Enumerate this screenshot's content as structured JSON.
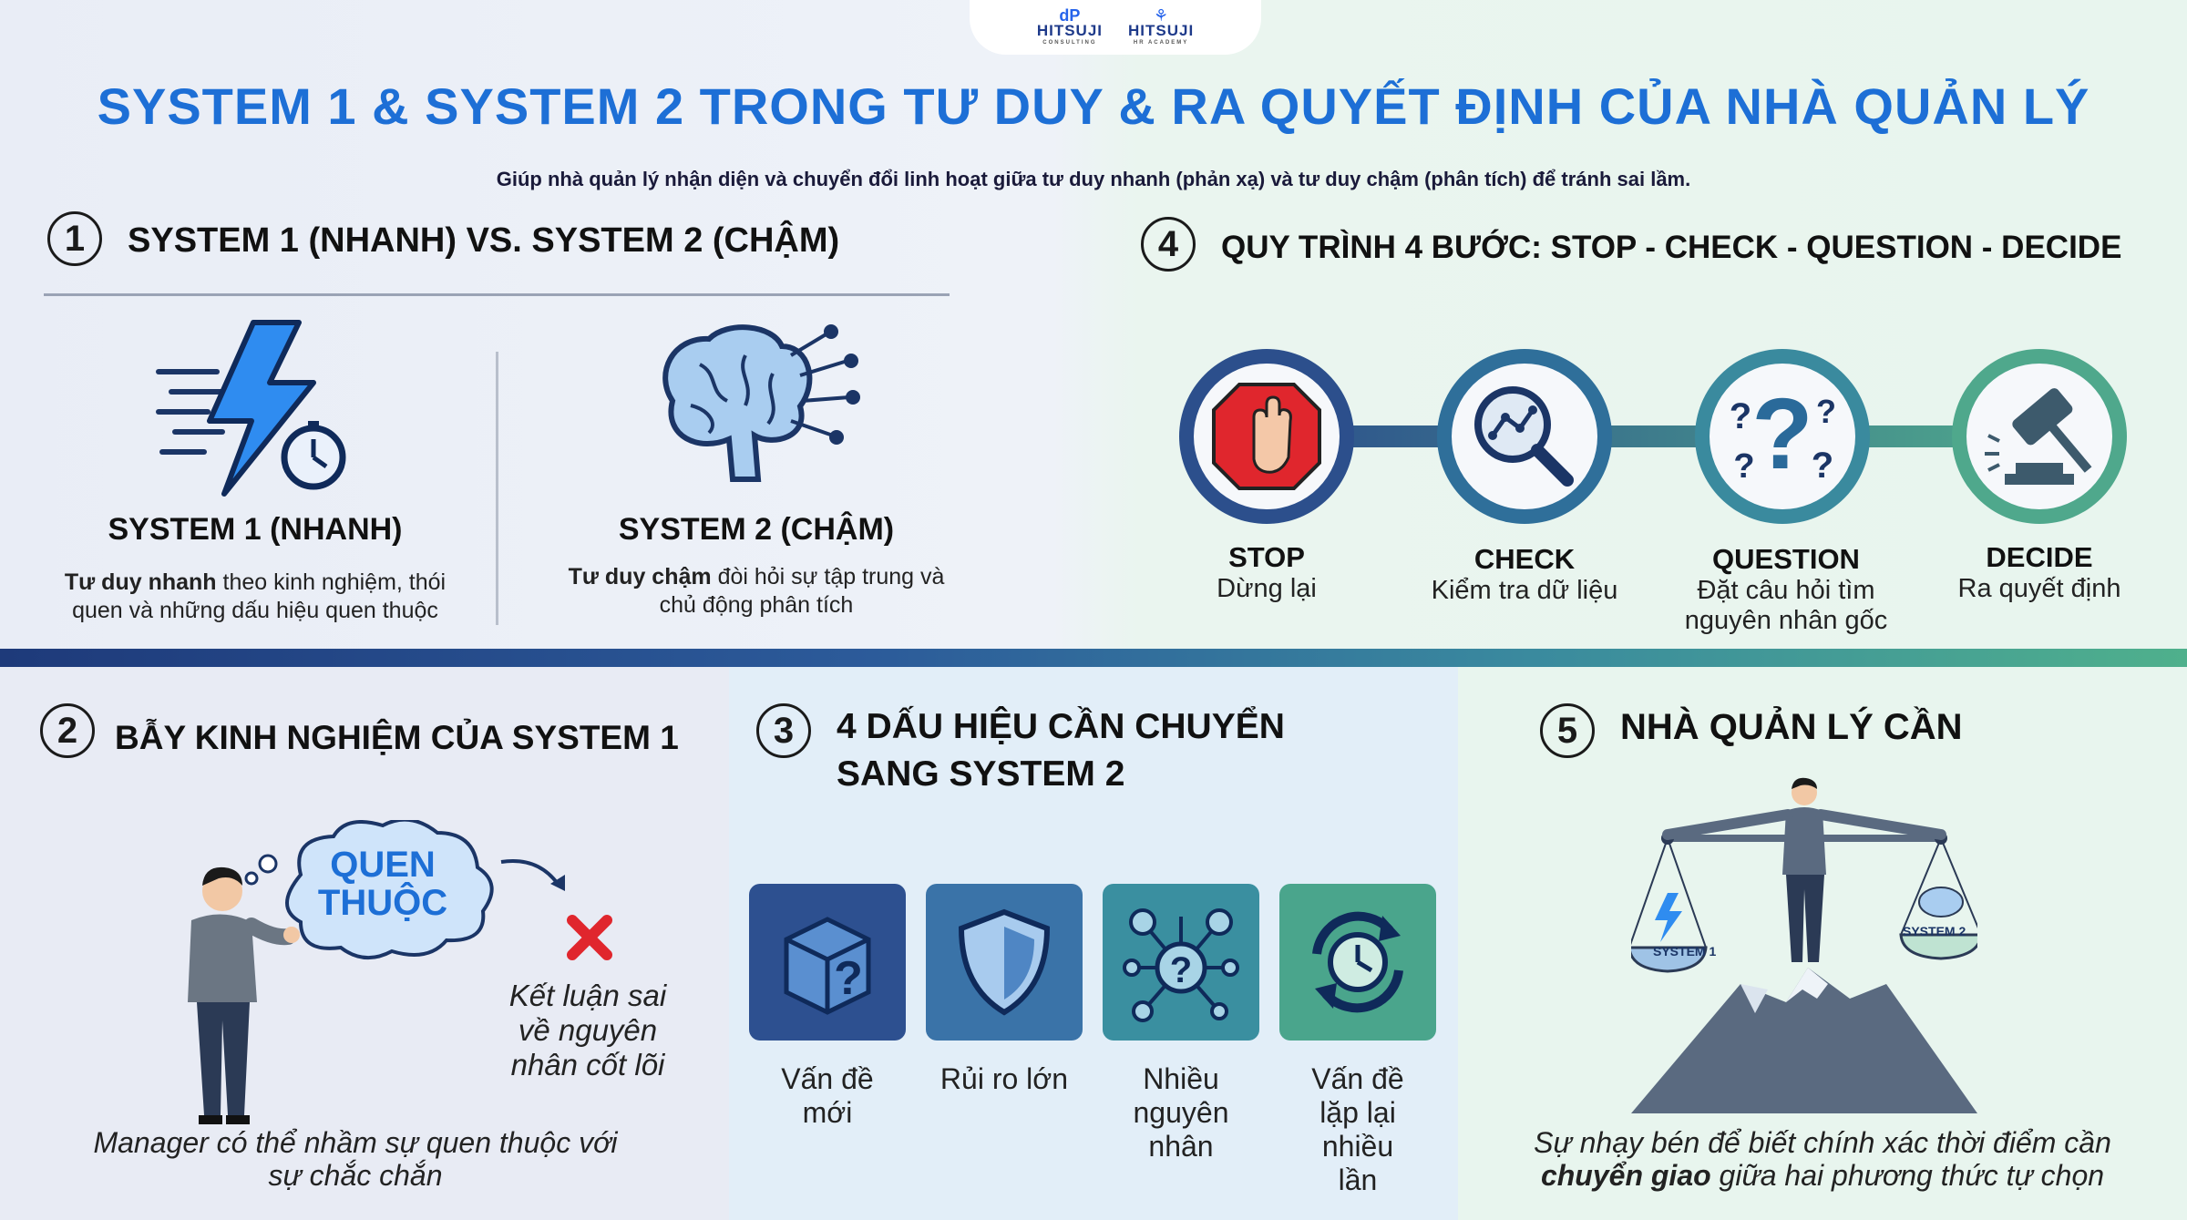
{
  "header": {
    "logos": [
      {
        "name": "HITSUJI",
        "sub": "CONSULTING",
        "mark": "dP"
      },
      {
        "name": "HITSUJI",
        "sub": "HR ACADEMY",
        "mark": "⚘"
      }
    ],
    "title": "SYSTEM 1 & SYSTEM 2 TRONG TƯ DUY & RA QUYẾT ĐỊNH CỦA NHÀ QUẢN LÝ",
    "subtitle": "Giúp nhà quản lý nhận diện và chuyển đổi linh hoạt giữa tư duy nhanh (phản xạ) và tư duy chậm (phân tích) để tránh sai lầm."
  },
  "section1": {
    "number": "1",
    "title": "SYSTEM 1 (NHANH) VS. SYSTEM 2 (CHẬM)",
    "system1": {
      "heading": "SYSTEM 1 (NHANH)",
      "desc_bold": "Tư duy nhanh",
      "desc_rest": " theo kinh nghiệm, thói quen và những dấu hiệu quen thuộc",
      "icon": "lightning-stopwatch-icon"
    },
    "system2": {
      "heading": "SYSTEM 2 (CHẬM)",
      "desc_bold": "Tư duy chậm",
      "desc_rest": " đòi hỏi sự tập trung và chủ động phân tích",
      "icon": "brain-network-icon"
    }
  },
  "section4": {
    "number": "4",
    "title": "QUY TRÌNH 4 BƯỚC: STOP - CHECK - QUESTION - DECIDE",
    "steps": [
      {
        "label": "STOP",
        "desc": "Dừng lại",
        "icon": "stop-hand-icon",
        "color": "#2c4f8c"
      },
      {
        "label": "CHECK",
        "desc": "Kiểm tra dữ liệu",
        "icon": "magnifier-chart-icon",
        "color": "#2f6f9a"
      },
      {
        "label": "QUESTION",
        "desc": "Đặt câu hỏi tìm nguyên nhân gốc",
        "icon": "question-marks-icon",
        "color": "#3a8a9e"
      },
      {
        "label": "DECIDE",
        "desc": "Ra quyết định",
        "icon": "gavel-icon",
        "color": "#4fa88c"
      }
    ]
  },
  "section2": {
    "number": "2",
    "title": "BẪY KINH NGHIỆM CỦA SYSTEM 1",
    "cloud_line1": "QUEN",
    "cloud_line2": "THUỘC",
    "conclusion_line1": "Kết luận sai",
    "conclusion_line2": "về nguyên",
    "conclusion_line3": "nhân cốt lõi",
    "caption_line1": "Manager có thể nhầm sự quen thuộc với",
    "caption_line2": "sự chắc chắn"
  },
  "section3": {
    "number": "3",
    "title_line1": "4 DẤU HIỆU CẦN CHUYỂN",
    "title_line2": "SANG SYSTEM 2",
    "signs": [
      {
        "lines": [
          "Vấn đề",
          "mới"
        ],
        "icon": "question-box-icon",
        "color": "#2d5090"
      },
      {
        "lines": [
          "Rủi ro lớn"
        ],
        "icon": "shield-icon",
        "color": "#3a73a8"
      },
      {
        "lines": [
          "Nhiều",
          "nguyên",
          "nhân"
        ],
        "icon": "network-question-icon",
        "color": "#3a8fa0"
      },
      {
        "lines": [
          "Vấn đề",
          "lặp lại",
          "nhiều",
          "lần"
        ],
        "icon": "recurring-clock-icon",
        "color": "#4aa58c"
      }
    ]
  },
  "section5": {
    "number": "5",
    "title": "NHÀ QUẢN LÝ CẦN",
    "scale_left": "SYSTEM 1",
    "scale_right": "SYSTEM 2",
    "caption_line1": "Sự nhạy bén để biết chính xác thời điểm cần",
    "caption_bold": "chuyển giao",
    "caption_rest": " giữa hai phương thức tự chọn"
  },
  "colors": {
    "title_blue": "#1d6fd6",
    "navy": "#1e3a7a",
    "teal": "#3a8a9e",
    "green": "#4fb08c",
    "red": "#e0262d"
  }
}
